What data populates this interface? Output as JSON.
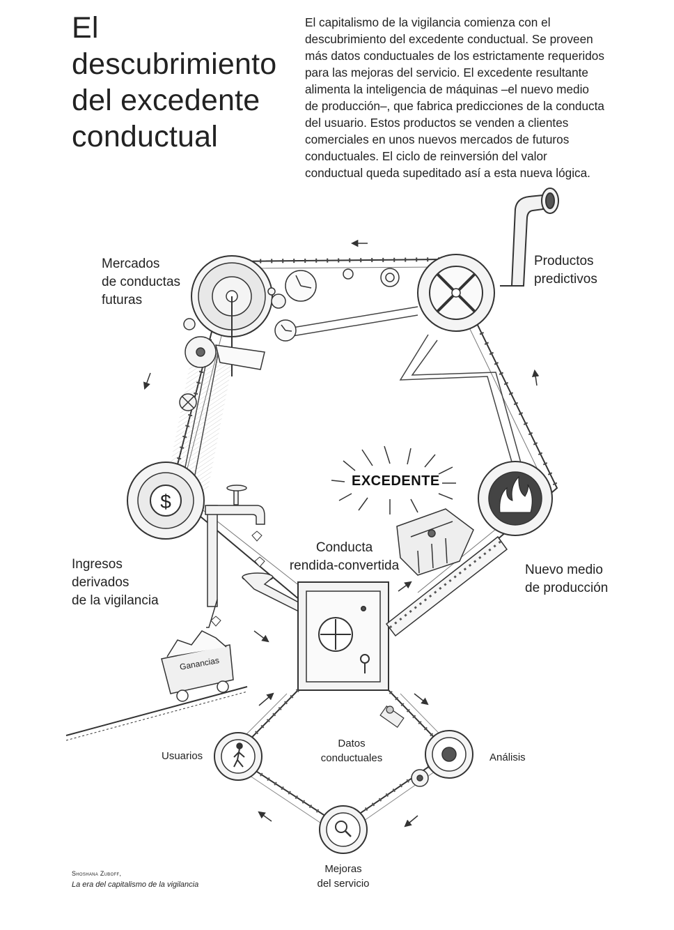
{
  "title": {
    "line1": "El descubrimiento",
    "line2": "del excedente",
    "line3": "conductual"
  },
  "intro": {
    "lines": [
      "El capitalismo de la vigilancia comienza con el",
      "descubrimiento del excedente conductual. Se proveen",
      "más datos conductuales de los estrictamente requeridos",
      "para las mejoras del servicio. El excedente resultante",
      "alimenta la inteligencia de máquinas –el nuevo medio",
      "de producción–, que fabrica predicciones de la conducta",
      "del usuario. Estos productos se venden a clientes",
      "comerciales en unos nuevos mercados de futuros",
      "conductuales. El ciclo de reinversión del valor",
      "conductual queda supeditado así a esta nueva lógica."
    ]
  },
  "labels": {
    "mercados": [
      "Mercados",
      "de conductas",
      "futuras"
    ],
    "productos": [
      "Productos",
      "predictivos"
    ],
    "ingresos": [
      "Ingresos",
      "derivados",
      "de la vigilancia"
    ],
    "conducta": [
      "Conducta",
      "rendida-convertida"
    ],
    "nuevo_medio": [
      "Nuevo medio",
      "de producción"
    ],
    "excedente": "EXCEDENTE",
    "ganancias": "Ganancias",
    "usuarios": "Usuarios",
    "datos": [
      "Datos",
      "conductuales"
    ],
    "analisis": "Análisis",
    "mejoras": [
      "Mejoras",
      "del servicio"
    ]
  },
  "credit": {
    "author": "Shoshana Zuboff,",
    "book": "La era del capitalismo de la vigilancia"
  }
}
